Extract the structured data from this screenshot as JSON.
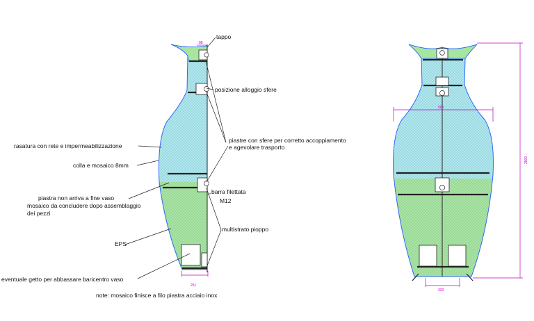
{
  "labels": {
    "tappo": "tappo",
    "posizione": "posizione alloggio sfere",
    "piastre_line1": "piastre con sfere per corretto accoppiamento",
    "piastre_line2": "e agevolare trasporto",
    "rasatura": "rasatura con rete e impermeabilizzazione",
    "colla": "colla e mosaico 8mm",
    "piastra_line1": "piastra non arriva a fine vaso",
    "piastra_line2": "mosaico da concludere dopo assemblaggio",
    "piastra_line3": "dei pezzi",
    "barra_line1": "barra filettata",
    "barra_line2": "M12",
    "multistrato": "multistrato pioppo",
    "eps": "EPS",
    "getto": "eventuale getto per abbassare baricentro vaso",
    "note": "note: mosaico finisce a filo piastra acciaio inox"
  },
  "dimensions": {
    "left_neck": "88",
    "left_base": "261",
    "right_body": "500",
    "right_base": "320",
    "right_height": "2500"
  },
  "colors": {
    "upper_fill": "#aee8f0",
    "lower_fill": "#a8e6a0",
    "outline": "#2a66ff",
    "dimension": "#c000c0"
  }
}
